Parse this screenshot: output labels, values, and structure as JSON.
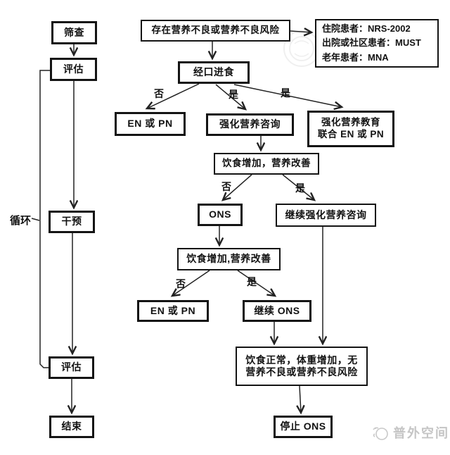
{
  "page": {
    "background": "#ffffff"
  },
  "left_column": {
    "screening": "筛查",
    "assessment1": "评估",
    "intervention": "干预",
    "assessment2": "评估",
    "end": "结束",
    "loop_label": "循环"
  },
  "flow": {
    "risk": "存在营养不良或营养不良风险",
    "oral_intake": "经口进食",
    "en_or_pn_1": "EN 或 PN",
    "intensive_counseling": "强化营养咨询",
    "education_line1": "强化营养教育",
    "education_line2": "联合 EN 或 PN",
    "diet_improve_1": "饮食增加，营养改善",
    "ons": "ONS",
    "continue_counseling": "继续强化营养咨询",
    "diet_improve_2": "饮食增加,营养改善",
    "en_or_pn_2": "EN 或 PN",
    "continue_ons": "继续 ONS",
    "normal_line1": "饮食正常，体重增加，无",
    "normal_line2": "营养不良或营养不良风险",
    "stop_ons": "停止 ONS"
  },
  "branch_labels": {
    "no_1": "否",
    "yes_1": "是",
    "yes_2": "是",
    "no_2": "否",
    "yes_3": "是",
    "no_3": "否",
    "yes_4": "是"
  },
  "screening_tools": {
    "line1": "住院患者：NRS-2002",
    "line2": "出院或社区患者：MUST",
    "line3": "老年患者：MNA"
  },
  "watermark": {
    "brand": "普外空间"
  },
  "colors": {
    "line": "#222222",
    "box_border": "#141414",
    "watermark_gray": "#c5c5c5"
  }
}
